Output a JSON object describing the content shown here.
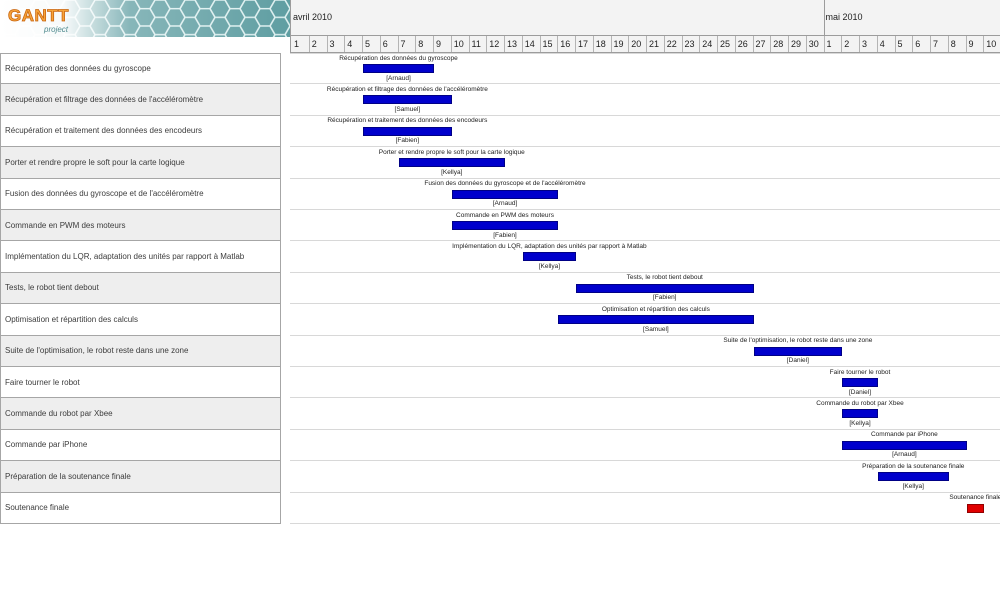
{
  "logo": {
    "title": "GANTT",
    "subtitle": "project"
  },
  "colors": {
    "task_bar": "#0000cc",
    "row_alt": "#eeeeee"
  },
  "chart_data": {
    "type": "bar",
    "orientation": "horizontal",
    "grid": "horizontal",
    "x_axis": {
      "type": "date",
      "range": [
        "2010-04-01",
        "2010-05-10"
      ],
      "months": [
        {
          "label": "avril 2010",
          "start": "2010-04-01"
        },
        {
          "label": "mai 2010",
          "start": "2010-05-01"
        }
      ],
      "tick_labels": [
        "1",
        "2",
        "3",
        "4",
        "5",
        "6",
        "7",
        "8",
        "9",
        "10",
        "11",
        "12",
        "13",
        "14",
        "15",
        "16",
        "17",
        "18",
        "19",
        "20",
        "21",
        "22",
        "23",
        "24",
        "25",
        "26",
        "27",
        "28",
        "29",
        "30",
        "1",
        "2",
        "3",
        "4",
        "5",
        "6",
        "7",
        "8",
        "9",
        "10"
      ]
    },
    "tasks": [
      {
        "name": "Récupération des données du gyroscope",
        "start": "2010-04-05",
        "end": "2010-04-08",
        "resource": "[Arnaud]"
      },
      {
        "name": "Récupération et filtrage des données de l'accéléromètre",
        "start": "2010-04-05",
        "end": "2010-04-09",
        "resource": "[Samuel]"
      },
      {
        "name": "Récupération et traitement des données des encodeurs",
        "start": "2010-04-05",
        "end": "2010-04-09",
        "resource": "[Fabien]"
      },
      {
        "name": "Porter et rendre propre le soft pour la carte logique",
        "start": "2010-04-07",
        "end": "2010-04-12",
        "resource": "[Kellya]"
      },
      {
        "name": "Fusion des données du gyroscope et de l'accéléromètre",
        "start": "2010-04-10",
        "end": "2010-04-15",
        "resource": "[Arnaud]"
      },
      {
        "name": "Commande en PWM des moteurs",
        "start": "2010-04-10",
        "end": "2010-04-15",
        "resource": "[Fabien]"
      },
      {
        "name": "Implémentation du LQR, adaptation des unités par rapport à Matlab",
        "start": "2010-04-14",
        "end": "2010-04-16",
        "resource": "[Kellya]"
      },
      {
        "name": "Tests, le robot tient debout",
        "start": "2010-04-17",
        "end": "2010-04-26",
        "resource": "[Fabien]"
      },
      {
        "name": "Optimisation et répartition des calculs",
        "start": "2010-04-16",
        "end": "2010-04-26",
        "resource": "[Samuel]"
      },
      {
        "name": "Suite de l'optimisation, le robot reste dans une zone",
        "start": "2010-04-27",
        "end": "2010-05-01",
        "resource": "[Daniel]"
      },
      {
        "name": "Faire tourner le robot",
        "start": "2010-05-02",
        "end": "2010-05-03",
        "resource": "[Daniel]"
      },
      {
        "name": "Commande du robot par Xbee",
        "start": "2010-05-02",
        "end": "2010-05-03",
        "resource": "[Kellya]"
      },
      {
        "name": "Commande par iPhone",
        "start": "2010-05-02",
        "end": "2010-05-08",
        "resource": "[Arnaud]"
      },
      {
        "name": "Préparation de la soutenance finale",
        "start": "2010-05-04",
        "end": "2010-05-07",
        "resource": "[Kellya]"
      },
      {
        "name": "Soutenance finale",
        "start": "2010-05-09",
        "end": "2010-05-09",
        "color": "#e00000"
      }
    ]
  }
}
